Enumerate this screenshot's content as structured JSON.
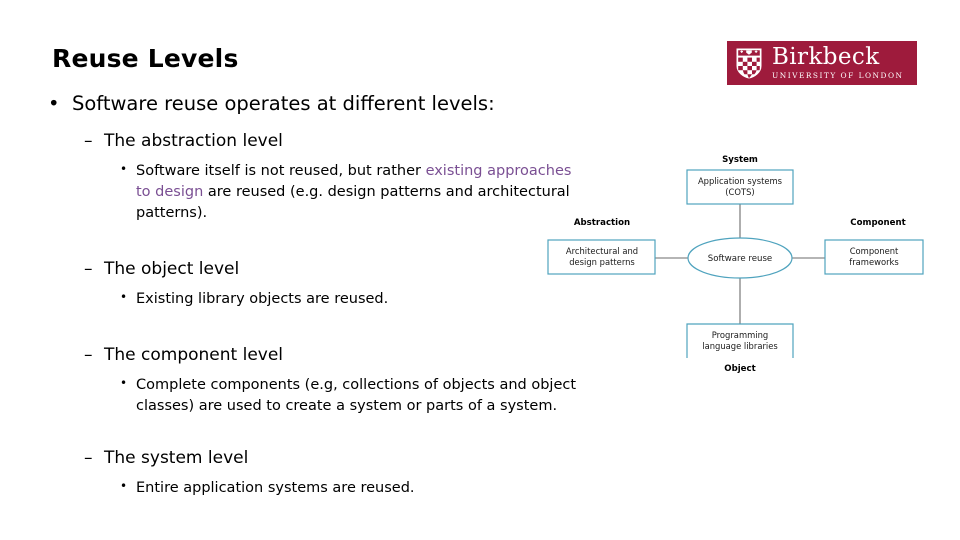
{
  "slide": {
    "title": "Reuse Levels"
  },
  "logo": {
    "name": "Birkbeck",
    "subtitle": "UNIVERSITY OF LONDON",
    "brand_color": "#9E1B3C",
    "crest_icon": "birkbeck-shield-crest-icon"
  },
  "outline": {
    "intro": "Software reuse operates at different levels:",
    "groups": [
      {
        "heading": "The abstraction level",
        "details": [
          {
            "pre": "Software itself is not reused, but rather ",
            "highlight": "existing approaches to design",
            "post": " are reused (e.g. design patterns and architectural patterns)."
          }
        ]
      },
      {
        "heading": "The object level",
        "details": [
          {
            "pre": "Existing library objects are reused.",
            "highlight": "",
            "post": ""
          }
        ]
      },
      {
        "heading": "The component level",
        "details": [
          {
            "pre": "Complete components (e.g, collections of objects and object classes) are used to create a system or parts of a system.",
            "highlight": "",
            "post": ""
          }
        ]
      },
      {
        "heading": "The system level",
        "details": [
          {
            "pre": "Entire application systems are reused.",
            "highlight": "",
            "post": ""
          }
        ]
      }
    ],
    "highlight_color": "#7A4F93"
  },
  "diagram": {
    "center": {
      "label": "Software reuse",
      "shape": "ellipse"
    },
    "border_color": "#4FA3BE",
    "connector_color": "#6B6B6B",
    "nodes": [
      {
        "id": "system",
        "label": "System",
        "line1": "Application systems",
        "line2": "(COTS)",
        "position": "top"
      },
      {
        "id": "abstraction",
        "label": "Abstraction",
        "line1": "Architectural and",
        "line2": "design patterns",
        "position": "left"
      },
      {
        "id": "component",
        "label": "Component",
        "line1": "Component",
        "line2": "frameworks",
        "position": "right"
      },
      {
        "id": "object",
        "label": "Object",
        "line1": "Programming",
        "line2": "language libraries",
        "position": "bottom"
      }
    ]
  }
}
